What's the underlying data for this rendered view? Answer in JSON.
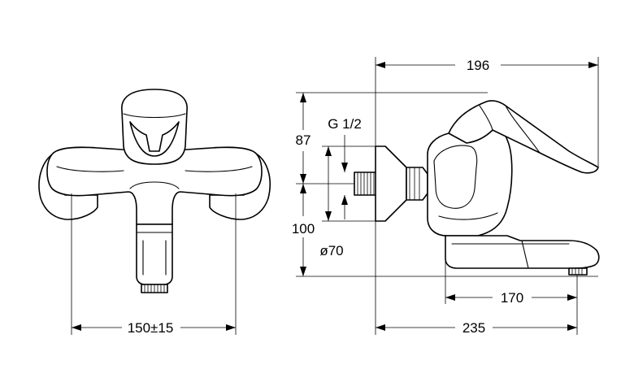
{
  "front_view": {
    "width_dimension": "150±15"
  },
  "side_view": {
    "overall_depth_top": "196",
    "height_upper": "87",
    "height_lower": "100",
    "thread_label": "G 1/2",
    "rosette_diameter": "ø70",
    "spout_reach": "170",
    "overall_depth_bottom": "235"
  }
}
